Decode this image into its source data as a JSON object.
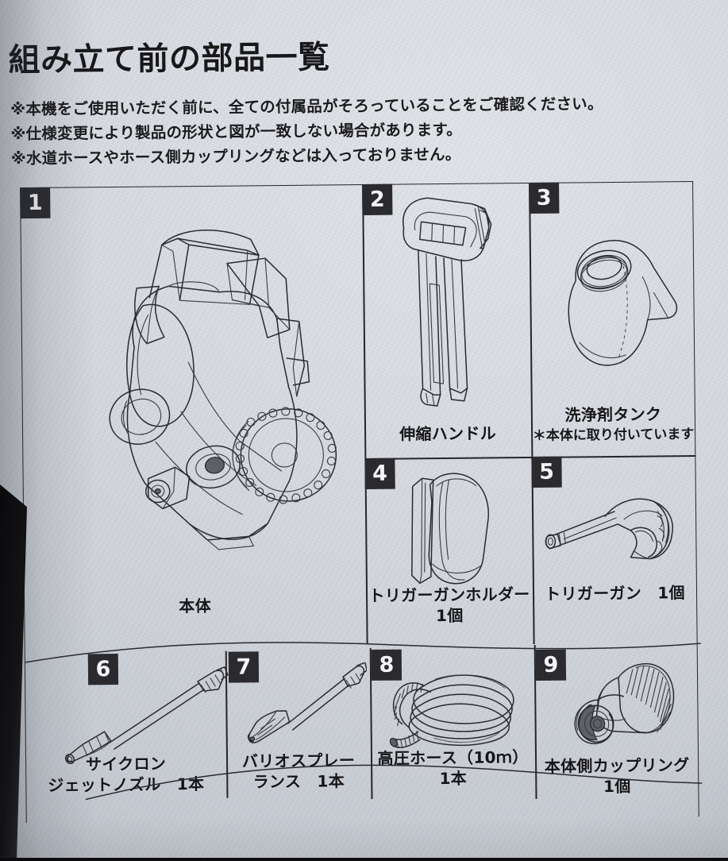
{
  "document": {
    "title": "組み立て前の部品一覧",
    "notes": [
      "※本機をご使用いただく前に、全ての付属品がそろっていることをご確認ください。",
      "※仕様変更により製品の形状と図が一致しない場合があります。",
      "※水道ホースやホース側カップリングなどは入っておりません。"
    ]
  },
  "colors": {
    "paper": "#d8dbe0",
    "ink": "#26262a",
    "badge_bg": "#2b2b2f",
    "badge_text": "#f4f4f6"
  },
  "parts": [
    {
      "number": "1",
      "name": "本体",
      "quantity": "",
      "note": "",
      "icon": "pressure-washer-body-drawing"
    },
    {
      "number": "2",
      "name": "伸縮ハンドル",
      "quantity": "",
      "note": "",
      "icon": "telescoping-handle-drawing"
    },
    {
      "number": "3",
      "name": "洗浄剤タンク",
      "quantity": "",
      "note": "＊本体に取り付いています",
      "icon": "detergent-tank-drawing"
    },
    {
      "number": "4",
      "name": "トリガーガンホルダー",
      "quantity": "1個",
      "note": "",
      "icon": "trigger-gun-holder-drawing"
    },
    {
      "number": "5",
      "name": "トリガーガン　1個",
      "quantity": "",
      "note": "",
      "icon": "trigger-gun-drawing"
    },
    {
      "number": "6",
      "name": "サイクロン",
      "name_line2": "ジェットノズル　1本",
      "quantity": "",
      "note": "",
      "icon": "cyclone-jet-nozzle-drawing"
    },
    {
      "number": "7",
      "name": "バリオスプレー",
      "name_line2": "ランス　1本",
      "quantity": "",
      "note": "",
      "icon": "vario-spray-lance-drawing"
    },
    {
      "number": "8",
      "name": "高圧ホース（10ｍ）",
      "quantity": "1本",
      "note": "",
      "icon": "high-pressure-hose-drawing"
    },
    {
      "number": "9",
      "name": "本体側カップリング",
      "quantity": "1個",
      "note": "",
      "icon": "machine-side-coupling-drawing"
    }
  ]
}
